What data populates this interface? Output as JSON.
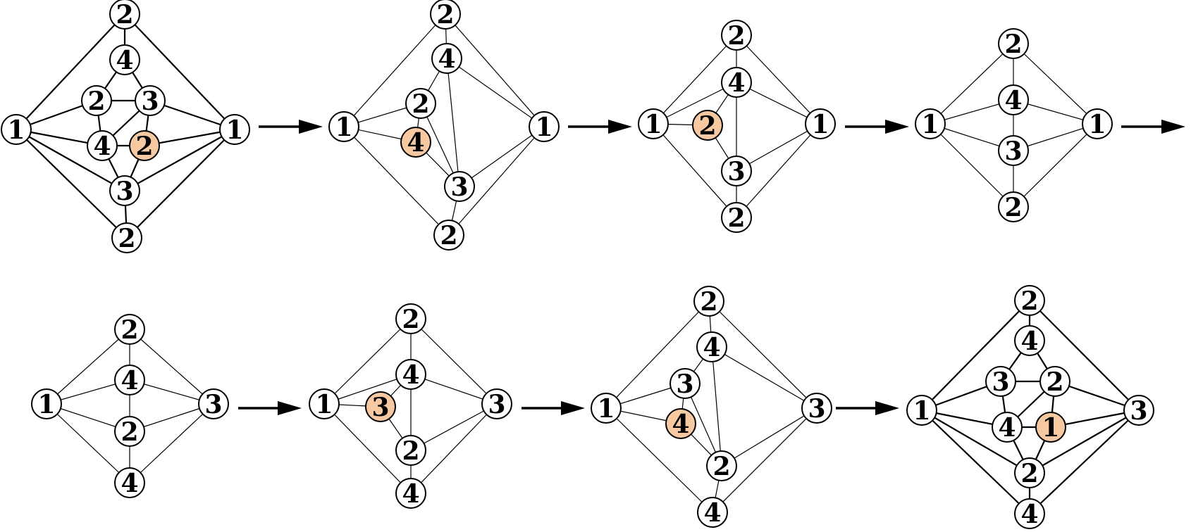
{
  "colors": {
    "node_fill": "#ffffff",
    "highlight_fill": "#f7c9a2",
    "stroke": "#000000",
    "arrow": "#000000"
  },
  "graphs": [
    {
      "thick": true,
      "nodes": [
        {
          "label": "2"
        },
        {
          "label": "4"
        },
        {
          "label": "2"
        },
        {
          "label": "3"
        },
        {
          "label": "1"
        },
        {
          "label": "4"
        },
        {
          "label": "2",
          "highlight": true
        },
        {
          "label": "1"
        },
        {
          "label": "3"
        },
        {
          "label": "2"
        }
      ],
      "edges": [
        [
          0,
          1
        ],
        [
          0,
          4
        ],
        [
          0,
          7
        ],
        [
          1,
          2
        ],
        [
          1,
          3
        ],
        [
          2,
          3
        ],
        [
          2,
          4
        ],
        [
          2,
          5
        ],
        [
          3,
          5
        ],
        [
          3,
          6
        ],
        [
          3,
          7
        ],
        [
          4,
          5
        ],
        [
          4,
          8
        ],
        [
          4,
          9
        ],
        [
          5,
          6
        ],
        [
          5,
          8
        ],
        [
          6,
          7
        ],
        [
          6,
          8
        ],
        [
          7,
          8
        ],
        [
          7,
          9
        ],
        [
          8,
          9
        ]
      ]
    },
    {
      "thick": false,
      "nodes": [
        {
          "label": "2"
        },
        {
          "label": "4"
        },
        {
          "label": "2"
        },
        {
          "label": "1"
        },
        {
          "label": "4",
          "highlight": true
        },
        {
          "label": "1"
        },
        {
          "label": "3"
        },
        {
          "label": "2"
        }
      ],
      "edges": [
        [
          0,
          1
        ],
        [
          0,
          3
        ],
        [
          0,
          5
        ],
        [
          1,
          2
        ],
        [
          1,
          5
        ],
        [
          1,
          6
        ],
        [
          2,
          3
        ],
        [
          2,
          4
        ],
        [
          2,
          6
        ],
        [
          3,
          4
        ],
        [
          3,
          7
        ],
        [
          4,
          6
        ],
        [
          5,
          6
        ],
        [
          5,
          7
        ],
        [
          6,
          7
        ]
      ]
    },
    {
      "thick": false,
      "nodes": [
        {
          "label": "2"
        },
        {
          "label": "4"
        },
        {
          "label": "1"
        },
        {
          "label": "2",
          "highlight": true
        },
        {
          "label": "1"
        },
        {
          "label": "3"
        },
        {
          "label": "2"
        }
      ],
      "edges": [
        [
          0,
          1
        ],
        [
          0,
          2
        ],
        [
          0,
          4
        ],
        [
          1,
          2
        ],
        [
          1,
          3
        ],
        [
          1,
          4
        ],
        [
          1,
          5
        ],
        [
          2,
          3
        ],
        [
          2,
          6
        ],
        [
          3,
          5
        ],
        [
          4,
          5
        ],
        [
          4,
          6
        ],
        [
          5,
          6
        ]
      ]
    },
    {
      "thick": false,
      "nodes": [
        {
          "label": "2"
        },
        {
          "label": "4"
        },
        {
          "label": "1"
        },
        {
          "label": "1"
        },
        {
          "label": "3"
        },
        {
          "label": "2"
        }
      ],
      "edges": [
        [
          0,
          1
        ],
        [
          0,
          2
        ],
        [
          0,
          3
        ],
        [
          1,
          2
        ],
        [
          1,
          3
        ],
        [
          1,
          4
        ],
        [
          2,
          4
        ],
        [
          2,
          5
        ],
        [
          3,
          4
        ],
        [
          3,
          5
        ],
        [
          4,
          5
        ]
      ]
    },
    {
      "thick": false,
      "nodes": [
        {
          "label": "2"
        },
        {
          "label": "4"
        },
        {
          "label": "1"
        },
        {
          "label": "3"
        },
        {
          "label": "2"
        },
        {
          "label": "4"
        }
      ],
      "edges": [
        [
          0,
          1
        ],
        [
          0,
          2
        ],
        [
          0,
          3
        ],
        [
          1,
          2
        ],
        [
          1,
          3
        ],
        [
          1,
          4
        ],
        [
          2,
          4
        ],
        [
          2,
          5
        ],
        [
          3,
          4
        ],
        [
          3,
          5
        ],
        [
          4,
          5
        ]
      ]
    },
    {
      "thick": false,
      "nodes": [
        {
          "label": "2"
        },
        {
          "label": "4"
        },
        {
          "label": "1"
        },
        {
          "label": "3",
          "highlight": true
        },
        {
          "label": "3"
        },
        {
          "label": "2"
        },
        {
          "label": "4"
        }
      ],
      "edges": [
        [
          0,
          1
        ],
        [
          0,
          2
        ],
        [
          0,
          4
        ],
        [
          1,
          2
        ],
        [
          1,
          3
        ],
        [
          1,
          4
        ],
        [
          1,
          5
        ],
        [
          2,
          3
        ],
        [
          2,
          6
        ],
        [
          3,
          5
        ],
        [
          4,
          5
        ],
        [
          4,
          6
        ],
        [
          5,
          6
        ]
      ]
    },
    {
      "thick": false,
      "nodes": [
        {
          "label": "2"
        },
        {
          "label": "4"
        },
        {
          "label": "3"
        },
        {
          "label": "1"
        },
        {
          "label": "4",
          "highlight": true
        },
        {
          "label": "3"
        },
        {
          "label": "2"
        },
        {
          "label": "4"
        }
      ],
      "edges": [
        [
          0,
          1
        ],
        [
          0,
          3
        ],
        [
          0,
          5
        ],
        [
          1,
          2
        ],
        [
          1,
          5
        ],
        [
          1,
          6
        ],
        [
          2,
          3
        ],
        [
          2,
          4
        ],
        [
          2,
          6
        ],
        [
          3,
          4
        ],
        [
          3,
          7
        ],
        [
          4,
          6
        ],
        [
          5,
          6
        ],
        [
          5,
          7
        ],
        [
          6,
          7
        ]
      ]
    },
    {
      "thick": true,
      "nodes": [
        {
          "label": "2"
        },
        {
          "label": "4"
        },
        {
          "label": "3"
        },
        {
          "label": "2"
        },
        {
          "label": "1"
        },
        {
          "label": "4"
        },
        {
          "label": "1",
          "highlight": true
        },
        {
          "label": "3"
        },
        {
          "label": "2"
        },
        {
          "label": "4"
        }
      ],
      "edges": [
        [
          0,
          1
        ],
        [
          0,
          4
        ],
        [
          0,
          7
        ],
        [
          1,
          2
        ],
        [
          1,
          3
        ],
        [
          2,
          3
        ],
        [
          2,
          4
        ],
        [
          2,
          5
        ],
        [
          3,
          5
        ],
        [
          3,
          6
        ],
        [
          3,
          7
        ],
        [
          4,
          5
        ],
        [
          4,
          8
        ],
        [
          4,
          9
        ],
        [
          5,
          6
        ],
        [
          5,
          8
        ],
        [
          6,
          7
        ],
        [
          6,
          8
        ],
        [
          7,
          8
        ],
        [
          7,
          9
        ],
        [
          8,
          9
        ]
      ]
    }
  ]
}
